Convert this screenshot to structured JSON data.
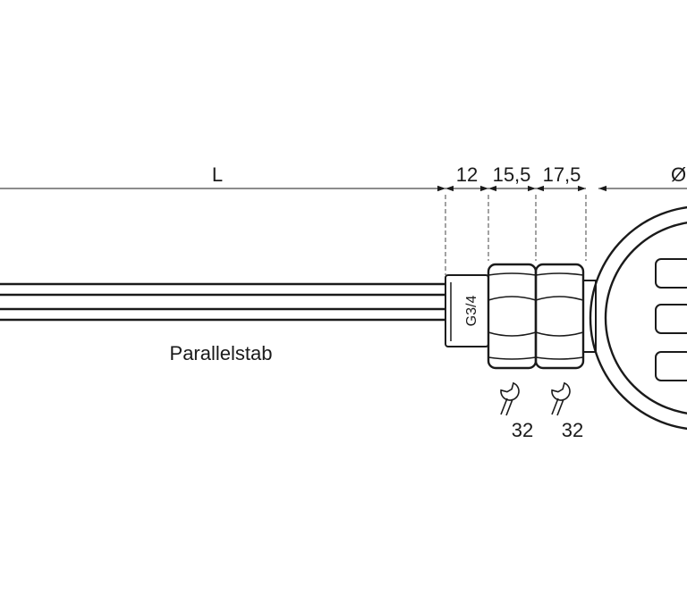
{
  "dimensions": {
    "length": "L",
    "thread_len": "12",
    "nut1_len": "15,5",
    "nut2_len": "17,5",
    "diameter": "Ø"
  },
  "labels": {
    "rod": "Parallelstab",
    "thread": "G3/4",
    "wrench1": "32",
    "wrench2": "32"
  }
}
